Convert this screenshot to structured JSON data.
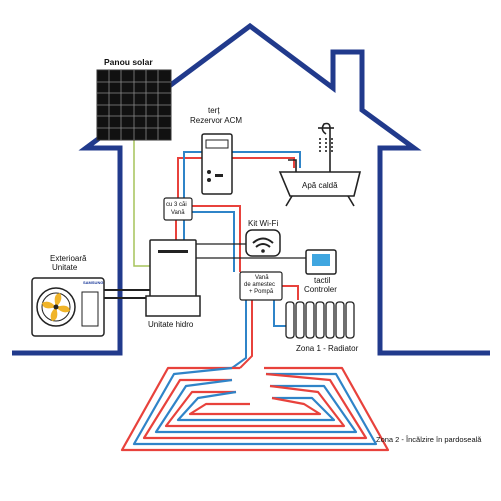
{
  "labels": {
    "solar_panel": "Panou solar",
    "third_party": "terț",
    "acm_tank": "Rezervor ACM",
    "hot_water": "Apă caldă",
    "valve_3way_l1": "cu 3 căi",
    "valve_3way_l2": "Vană",
    "wifi_kit": "Kit Wi-Fi",
    "controller_l1": "tactil",
    "controller_l2": "Controler",
    "mix_valve_l1": "Vană",
    "mix_valve_l2": "de amestec",
    "mix_valve_l3": "+ Pompă",
    "outdoor_l1": "Exterioară",
    "outdoor_l2": "Unitate",
    "hydro_unit": "Unitate hidro",
    "zone1": "Zona 1 - Radiator",
    "zone2": "Zona 2 - Încălzire în pardoseală",
    "brand": "SAMSUNG"
  },
  "colors": {
    "house": "#213a8c",
    "hot_pipe": "#e8423c",
    "cold_pipe": "#2f84c8",
    "solar_wire": "#a6c35a",
    "outline": "#222222"
  }
}
